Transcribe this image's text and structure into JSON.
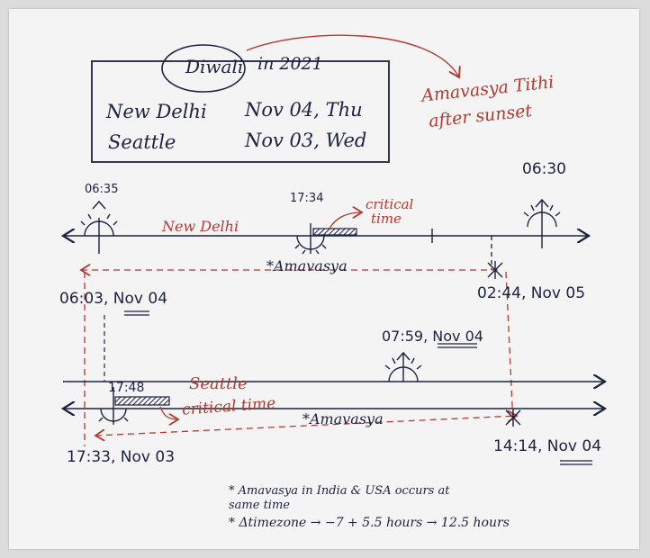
{
  "title": {
    "festival": "Diwali",
    "year_text": "in 2021"
  },
  "dates": [
    {
      "city": "New Delhi",
      "date": "Nov 04, Thu"
    },
    {
      "city": "Seattle",
      "date": "Nov 03, Wed"
    }
  ],
  "tithi_note": {
    "line1": "Amavasya Tithi",
    "line2": "after sunset"
  },
  "new_delhi": {
    "label": "New Delhi",
    "sunrise": "06:35",
    "sunset": "17:34",
    "next_sunrise": "06:30",
    "critical_label": [
      "critical",
      "time"
    ],
    "amavasya_label": "*Amavasya",
    "amavasya_start": "06:03, Nov 04",
    "amavasya_end": "02:44, Nov 05"
  },
  "seattle": {
    "label": "Seattle",
    "sunrise": "07:59, Nov 04",
    "sunset": "17:48",
    "critical_label": "critical time",
    "amavasya_label": "*Amavasya",
    "amavasya_start": "17:33, Nov 03",
    "amavasya_end": "14:14, Nov 04"
  },
  "notes": [
    "* Amavasya in India & USA occurs at same time",
    "* Δtimezone → −7 + 5.5 hours → 12.5 hours"
  ],
  "colors": {
    "ink": "#1c2240",
    "red": "#b23a30",
    "paper": "#f4f4f4"
  }
}
